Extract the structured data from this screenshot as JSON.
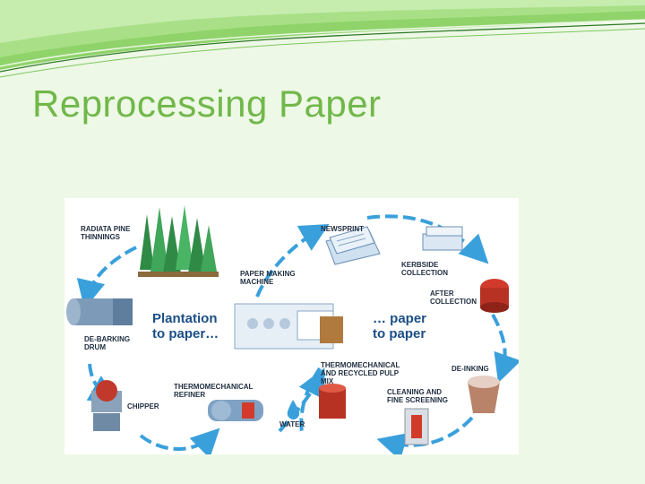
{
  "slide": {
    "title": "Reprocessing Paper"
  },
  "diagram": {
    "center_left": "Plantation\nto paper…",
    "center_right": "… paper\nto paper",
    "labels": {
      "radiata": "RADIATA PINE\nTHINNINGS",
      "newsprint": "NEWSPRINT",
      "kerbside": "KERBSIDE\nCOLLECTION",
      "paper_machine": "PAPER MAKING\nMACHINE",
      "after_collection": "AFTER\nCOLLECTION",
      "debarking": "DE-BARKING\nDRUM",
      "deinking": "DE-INKING",
      "thermo_recycled": "THERMOMECHANICAL\nAND RECYCLED PULP\nMIX",
      "thermo_refiner": "THERMOMECHANICAL\nREFINER",
      "cleaning": "CLEANING AND\nFINE SCREENING",
      "chipper": "CHIPPER",
      "water": "WATER"
    }
  },
  "colors": {
    "title": "#71b84a",
    "arrow": "#3aa0dc",
    "heading": "#1b4f86"
  }
}
